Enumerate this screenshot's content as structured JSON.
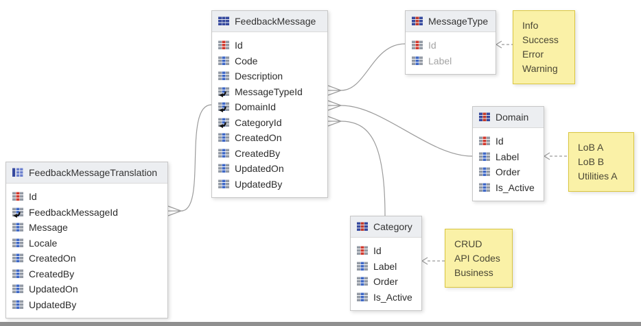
{
  "diagram_type": "database-schema",
  "tables": {
    "fm": {
      "title": "FeedbackMessage",
      "fields": [
        "Id",
        "Code",
        "Description",
        "MessageTypeId",
        "DomainId",
        "CategoryId",
        "CreatedOn",
        "CreatedBy",
        "UpdatedOn",
        "UpdatedBy"
      ]
    },
    "mt": {
      "title": "MessageType",
      "fields": [
        "Id",
        "Label"
      ]
    },
    "dom": {
      "title": "Domain",
      "fields": [
        "Id",
        "Label",
        "Order",
        "Is_Active"
      ]
    },
    "fmt": {
      "title": "FeedbackMessageTranslation",
      "fields": [
        "Id",
        "FeedbackMessageId",
        "Message",
        "Locale",
        "CreatedOn",
        "CreatedBy",
        "UpdatedOn",
        "UpdatedBy"
      ]
    },
    "cat": {
      "title": "Category",
      "fields": [
        "Id",
        "Label",
        "Order",
        "Is_Active"
      ]
    }
  },
  "notes": {
    "message_type_values": {
      "lines": [
        "Info",
        "Success",
        "Error",
        "Warning"
      ]
    },
    "domain_values": {
      "lines": [
        "LoB A",
        "LoB B",
        "Utilities A"
      ]
    },
    "category_values": {
      "lines": [
        "CRUD",
        "API Codes",
        "Business"
      ]
    }
  },
  "icon_legend": {
    "table-icon": "blue grid",
    "lookup-table-icon": "grid with red center column",
    "translation-table-icon": "bar + grid",
    "primary-key-icon": "grid with red center column",
    "foreign-key-icon": "column grid with black arrow",
    "column-icon": "grid with blue center column"
  },
  "colors": {
    "table_header_bg": "#eceef1",
    "table_border": "#c6c6c6",
    "note_bg": "#faf1a7",
    "note_border": "#d9c53f",
    "note_text": "#494634",
    "connector": "#9b9b9b",
    "field_text": "#2b2b2b",
    "muted_field_text": "#a4a4a4",
    "pk_red": "#d03a2f",
    "column_blue": "#3f68c5",
    "header_icon_blue": "#36499e",
    "icon_gray": "#939aa4"
  }
}
